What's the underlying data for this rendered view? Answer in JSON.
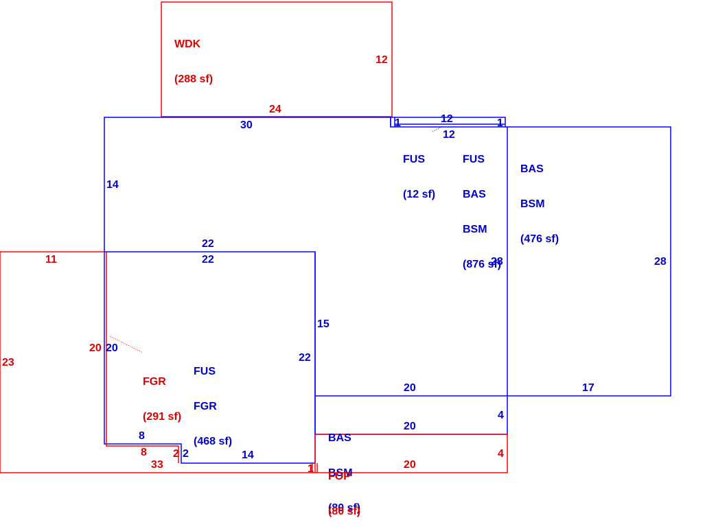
{
  "colors": {
    "living": "#0000ff",
    "other": "#ff0000"
  },
  "areas": {
    "wdk": {
      "code": "WDK",
      "area": "(288 sf)"
    },
    "fus_small": {
      "code": "FUS",
      "area": "(12 sf)"
    },
    "main": {
      "l1": "FUS",
      "l2": "BAS",
      "l3": "BSM",
      "area": "(876 sf)"
    },
    "east": {
      "l1": "BAS",
      "l2": "BSM",
      "area": "(476 sf)"
    },
    "fgr_red": {
      "code": "FGR",
      "area": "(291 sf)"
    },
    "fgr_blue": {
      "l1": "FUS",
      "l2": "FGR",
      "area": "(468 sf)"
    },
    "bas_small": {
      "l1": "BAS",
      "l2": "BSM",
      "area": "(80 sf)"
    },
    "fop": {
      "code": "FOP",
      "area": "(80 sf)"
    }
  },
  "dims": {
    "wdk_right": "12",
    "wdk_bottom": "24",
    "top_30": "30",
    "top_1a": "1",
    "top_12": "12",
    "top_1b": "1",
    "inner_12": "12",
    "left_14": "14",
    "mid_22a": "22",
    "mid_22b": "22",
    "red_11": "11",
    "main_28": "28",
    "east_28": "28",
    "v_15": "15",
    "red_20": "20",
    "blue_20": "20",
    "red_23": "23",
    "v_22": "22",
    "h_20a": "20",
    "h_17": "17",
    "v_4a": "4",
    "h_20b": "20",
    "blue_8": "8",
    "red_8": "8",
    "red_2": "2",
    "blue_2": "2",
    "h_14": "14",
    "red_33": "33",
    "red_1": "1",
    "v_4b": "4",
    "h_20c": "20"
  }
}
